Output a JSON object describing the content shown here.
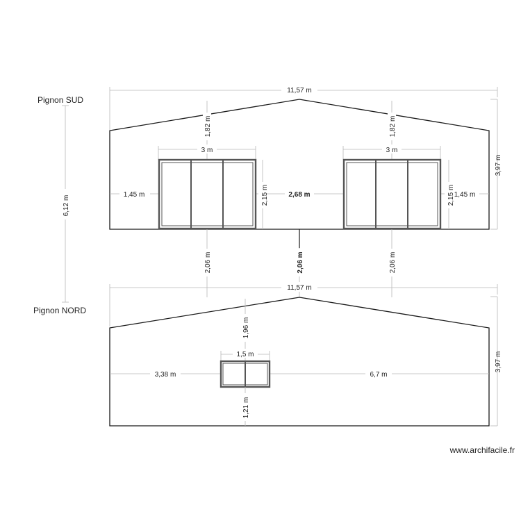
{
  "elevations": {
    "south": {
      "title": "Pignon  SUD",
      "width": "11,57 m",
      "height_right": "3,97 m",
      "roof_to_window_left": "1,82 m",
      "roof_to_window_right": "1,82 m",
      "window_left_width": "3 m",
      "window_right_width": "3 m",
      "left_wall_to_window": "1,45 m",
      "window_height_left": "2,15 m",
      "between_windows": "2,68 m",
      "window_height_right": "2,15 m",
      "right_window_to_wall": "1,45 m",
      "below_left": "2,06 m",
      "below_center": "2,06 m",
      "below_right": "2,06 m"
    },
    "north": {
      "title": "Pignon  NORD",
      "width": "11,57 m",
      "height_right": "3,97 m",
      "roof_to_window": "1,96 m",
      "window_width": "1,5 m",
      "left_wall_to_window": "3,38 m",
      "window_to_right_wall": "6,7 m",
      "window_to_floor": "1,21 m"
    },
    "vertical_left": "6,12 m"
  },
  "watermark": "www.archifacile.fr"
}
